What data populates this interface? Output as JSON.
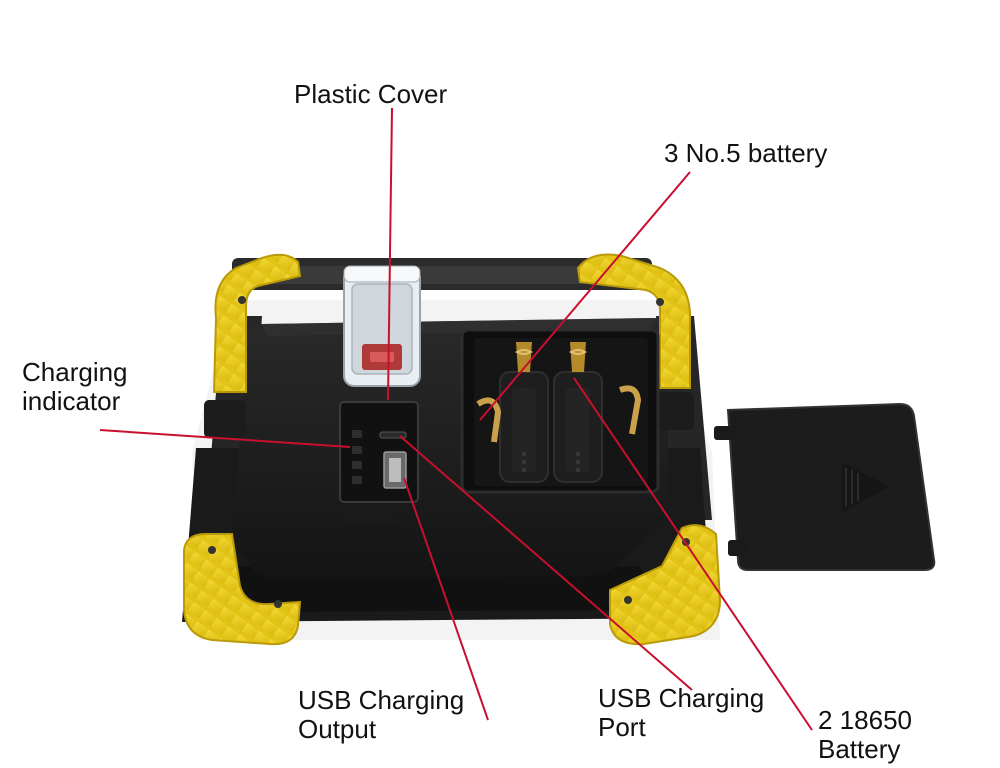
{
  "colors": {
    "background": "#ffffff",
    "housing": "#1f1f1f",
    "bumper": "#f2d21b",
    "callout_line": "#c8102e",
    "text": "#111111"
  },
  "labels": {
    "plastic_cover": "Plastic Cover",
    "three_no5_battery": "3 No.5 battery",
    "charging_indicator": [
      "Charging",
      "indicator"
    ],
    "usb_charging_output": [
      "USB Charging",
      "Output"
    ],
    "usb_charging_port": [
      "USB Charging",
      "Port"
    ],
    "battery_18650": [
      "2 18650",
      "Battery"
    ]
  }
}
